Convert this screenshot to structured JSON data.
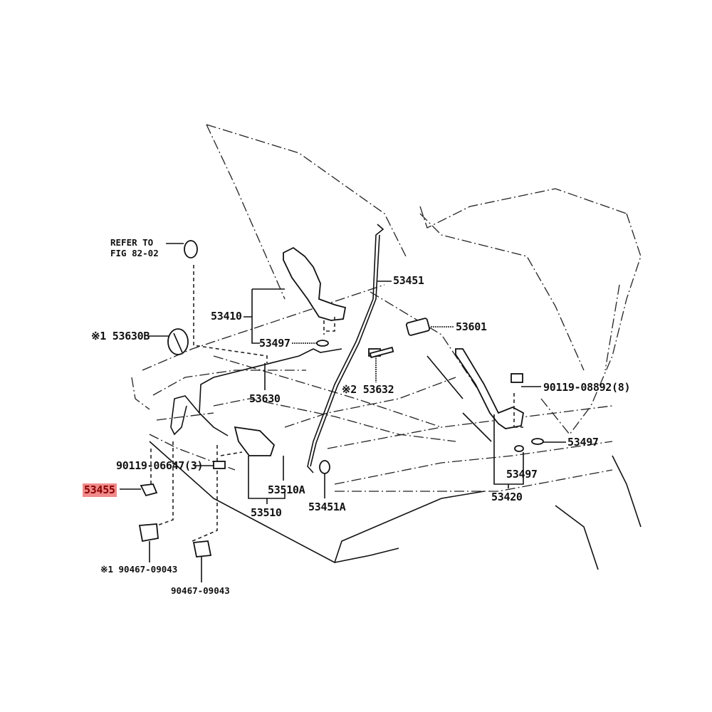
{
  "diagram": {
    "highlight_color": "#f08a8a",
    "labels": {
      "refer_line1": "REFER TO",
      "refer_line2": "FIG 82-02",
      "p53410": "53410",
      "p53630b": "※1 53630B",
      "p53497_a": "53497",
      "p53451": "53451",
      "p53601": "53601",
      "p53632": "※2 53632",
      "p90119_08892": "90119-08892(8)",
      "p53630": "53630",
      "p90119_06647": "90119-06647(3)",
      "p53455": "53455",
      "p53510a": "53510A",
      "p53451a": "53451A",
      "p53510": "53510",
      "p53497_b": "53497",
      "p53497_c": "53497",
      "p53420": "53420",
      "p90467_a": "※1 90467-09043",
      "p90467_b": "90467-09043"
    }
  }
}
